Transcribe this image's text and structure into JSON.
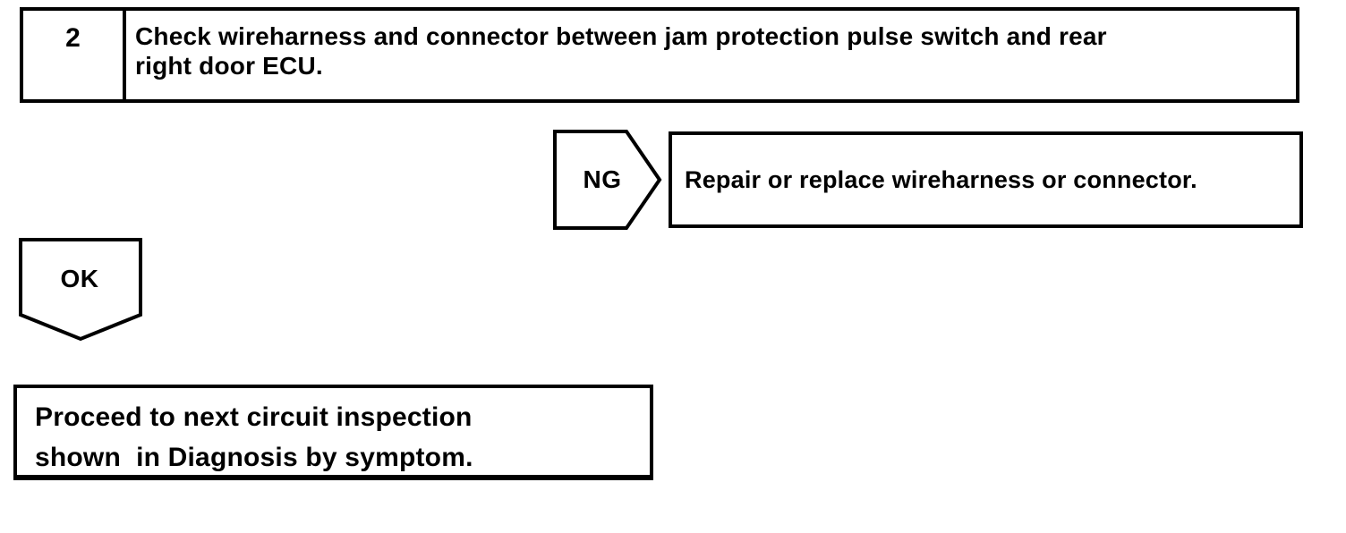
{
  "flowchart": {
    "step": {
      "number": "2",
      "instruction_lines": [
        "Check wireharness and connector between jam protection pulse switch and rear",
        "right door ECU."
      ]
    },
    "ng_branch": {
      "label": "NG",
      "action": "Repair or replace wireharness or connector."
    },
    "ok_branch": {
      "label": "OK",
      "result_lines": [
        "Proceed to next circuit inspection",
        "shown  in Diagnosis by symptom."
      ]
    },
    "colors": {
      "ink": "#000000",
      "background": "#ffffff"
    }
  }
}
